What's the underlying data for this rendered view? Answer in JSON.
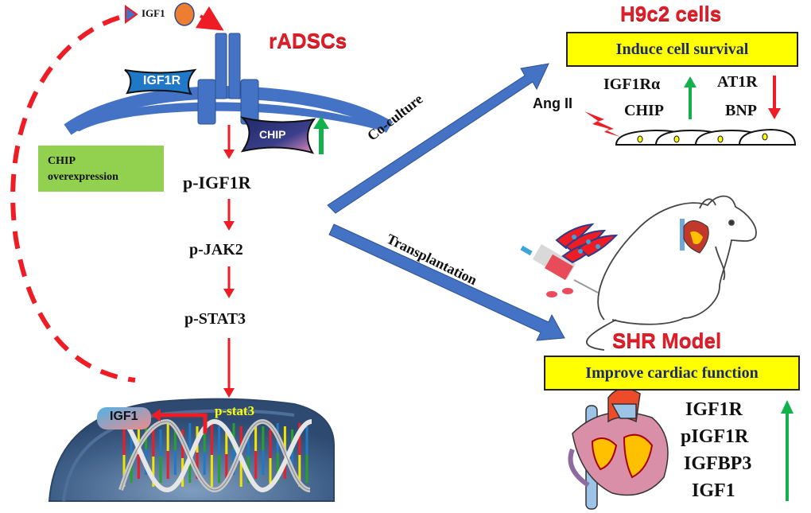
{
  "left_panel": {
    "ligand_label": "IGF1",
    "cell_title": "rADSCs",
    "receptor_label": "IGF1R",
    "chip_label": "CHIP",
    "chip_trend": "up",
    "overexpression_box": [
      "CHIP",
      "overexpression"
    ],
    "pathway": [
      "p-IGF1R",
      "p-JAK2",
      "p-STAT3"
    ],
    "nucleus": {
      "gene_label": "IGF1",
      "tf_label": "p-stat3"
    }
  },
  "routes": {
    "upper_label": "Co-culture",
    "lower_label": "Transplantation"
  },
  "h9c2": {
    "title": "H9c2 cells",
    "outcome": "Induce cell survival",
    "stimulus": "Ang II",
    "upregulated": [
      "IGF1Rα",
      "CHIP"
    ],
    "downregulated": [
      "AT1R",
      "BNP"
    ]
  },
  "shr": {
    "title": "SHR Model",
    "outcome": "Improve cardiac function",
    "upregulated": [
      "IGF1R",
      "pIGF1R",
      "IGFBP3",
      "IGF1"
    ]
  },
  "colors": {
    "membrane_blue": "#4472c4",
    "arrow_red": "#ee1c25",
    "arrow_green": "#12b14b",
    "title_red": "#e01e2a",
    "outcome_yellow": "#ffff00",
    "box_green": "#92d050",
    "ligand_orange": "#ed7d31"
  }
}
